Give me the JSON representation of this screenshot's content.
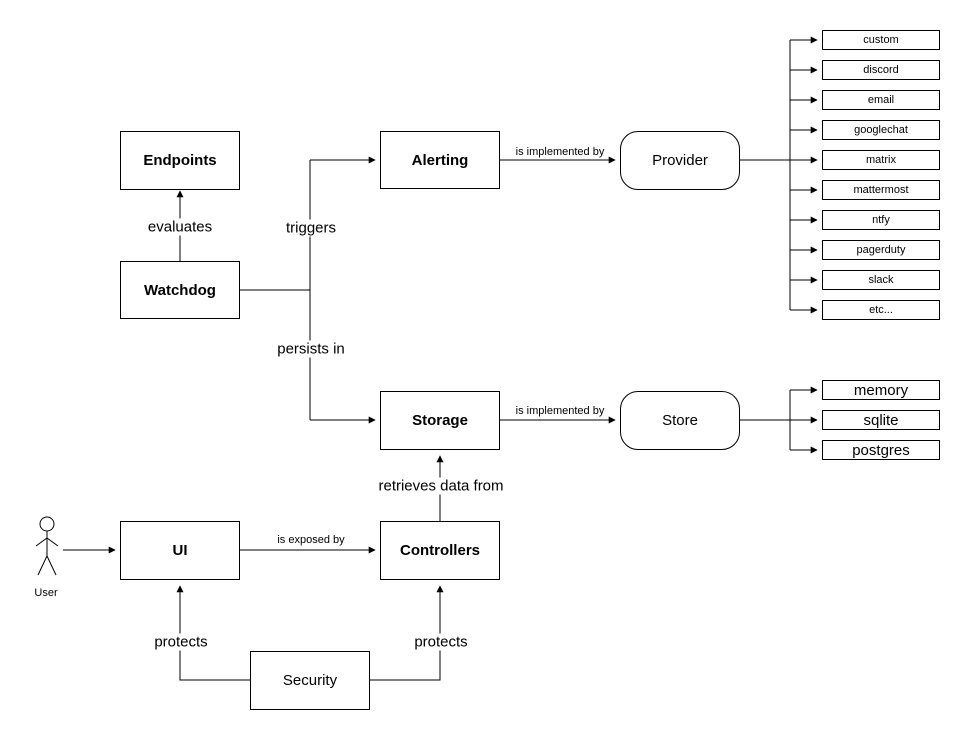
{
  "diagram": {
    "nodes": {
      "endpoints": "Endpoints",
      "watchdog": "Watchdog",
      "alerting": "Alerting",
      "provider": "Provider",
      "storage": "Storage",
      "store": "Store",
      "ui": "UI",
      "controllers": "Controllers",
      "security": "Security"
    },
    "actor": {
      "label": "User"
    },
    "edge_labels": {
      "evaluates": "evaluates",
      "triggers": "triggers",
      "persists_in": "persists in",
      "alerting_implemented_by": "is implemented by",
      "storage_implemented_by": "is implemented by",
      "retrieves_data_from": "retrieves data from",
      "is_exposed_by": "is exposed by",
      "protects_ui": "protects",
      "protects_controllers": "protects"
    },
    "providers": [
      "custom",
      "discord",
      "email",
      "googlechat",
      "matrix",
      "mattermost",
      "ntfy",
      "pagerduty",
      "slack",
      "etc..."
    ],
    "stores": [
      "memory",
      "sqlite",
      "postgres"
    ],
    "colors": {
      "stroke": "#000000",
      "node_fill": "#ffffff",
      "background": "#ffffff",
      "text": "#000000"
    }
  }
}
